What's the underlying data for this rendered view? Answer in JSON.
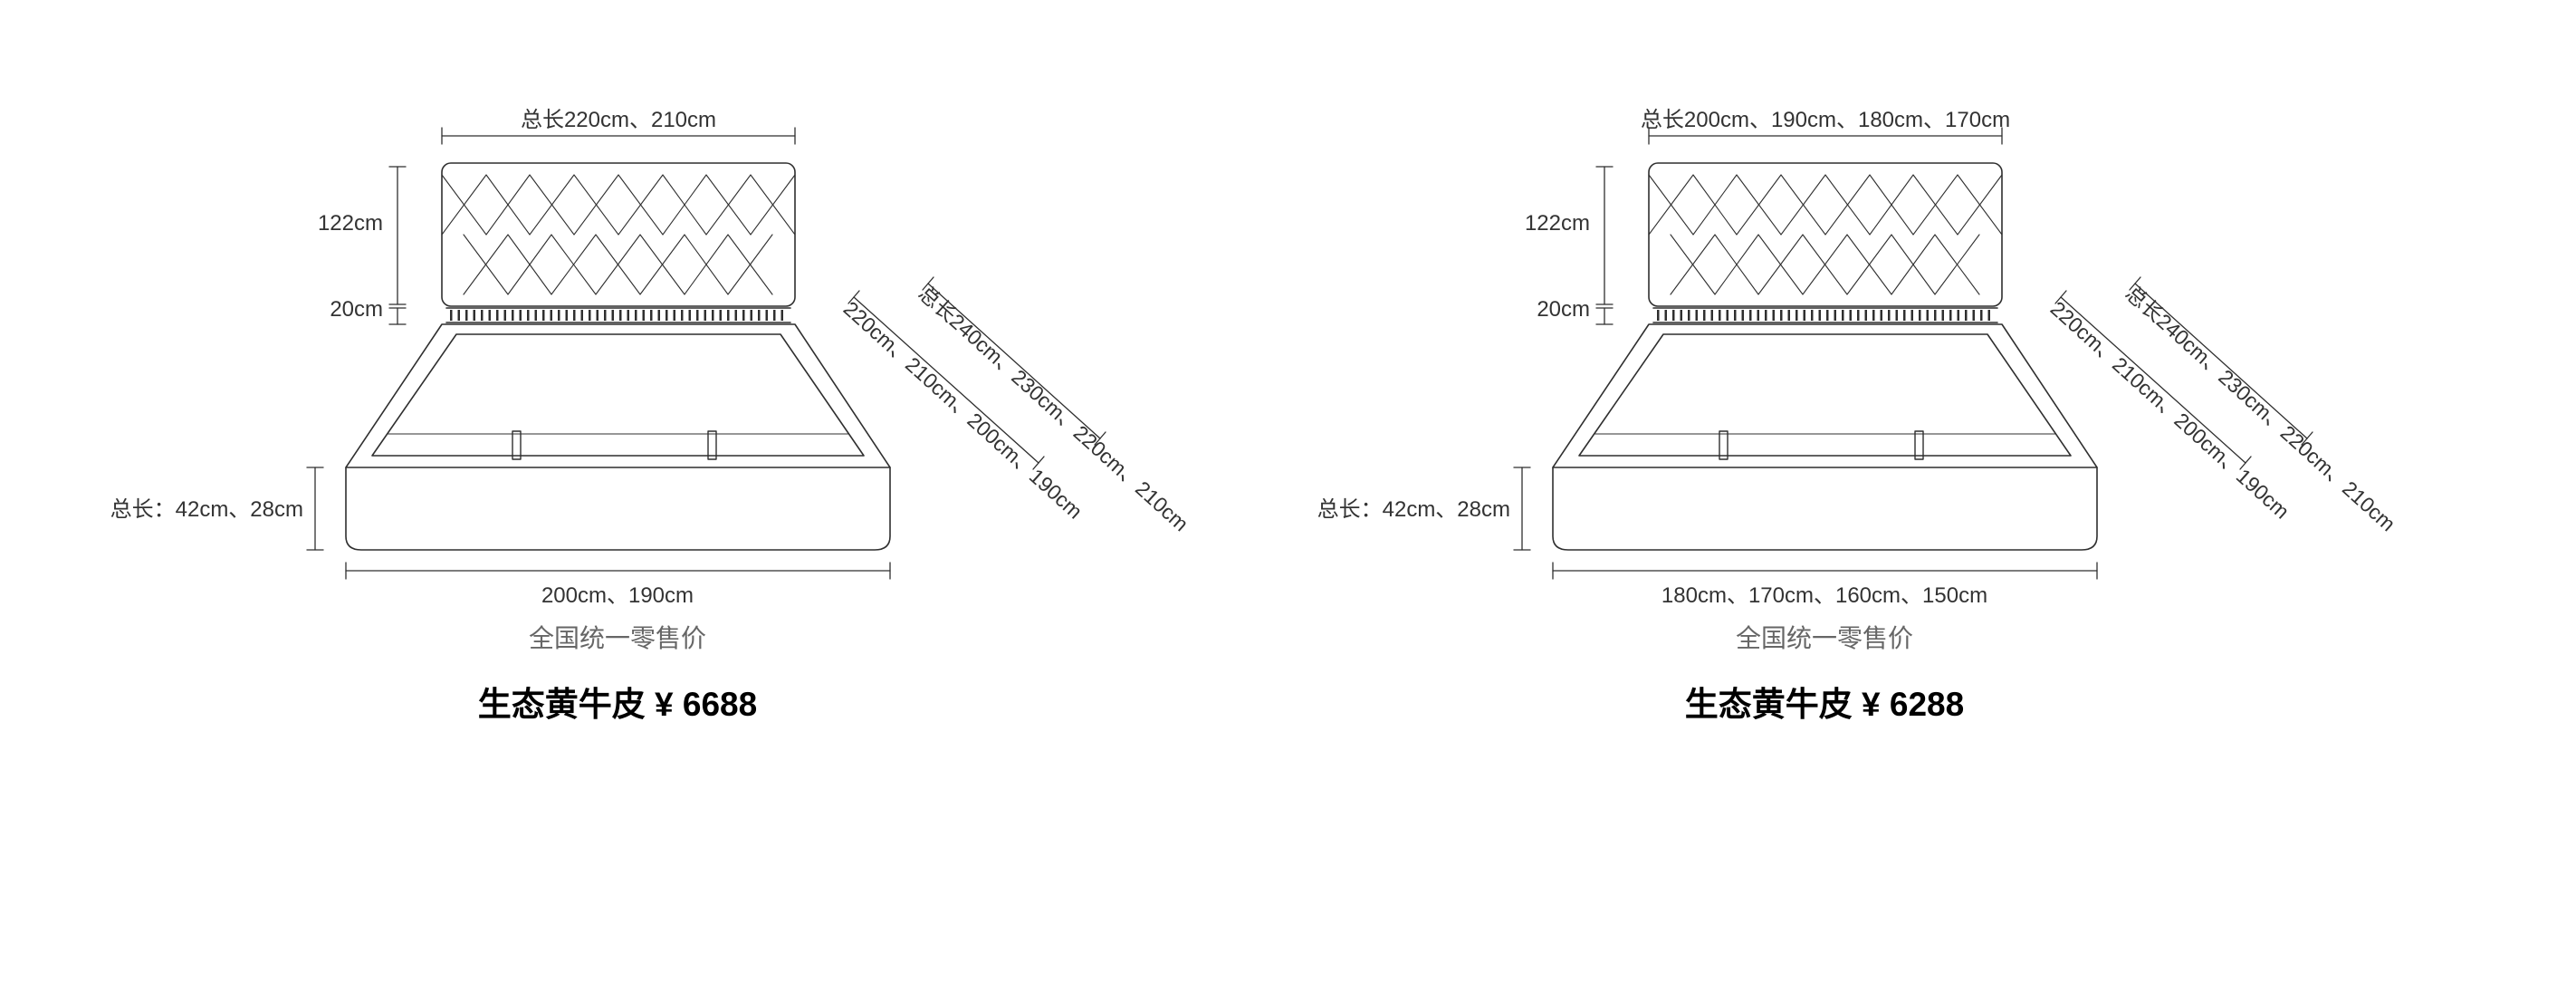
{
  "page": {
    "background": "#ffffff"
  },
  "colors": {
    "line": "#2f2f2f",
    "dim_text": "#333333",
    "retail_text": "#666666",
    "price_text": "#000000"
  },
  "diagrams": [
    {
      "top_length": "总长220cm、210cm",
      "headboard_height": "122cm",
      "rail_height": "20cm",
      "base_height": "总长：42cm、28cm",
      "bottom_width": "200cm、190cm",
      "diagonal_inner": "220cm、210cm、200cm、190cm",
      "diagonal_outer": "总长240cm、230cm、220cm、210cm",
      "retail_label": "全国统一零售价",
      "price_line": "生态黄牛皮 ¥ 6688"
    },
    {
      "top_length": "总长200cm、190cm、180cm、170cm",
      "headboard_height": "122cm",
      "rail_height": "20cm",
      "base_height": "总长：42cm、28cm",
      "bottom_width": "180cm、170cm、160cm、150cm",
      "diagonal_inner": "220cm、210cm、200cm、190cm",
      "diagonal_outer": "总长240cm、230cm、220cm、210cm",
      "retail_label": "全国统一零售价",
      "price_line": "生态黄牛皮 ¥ 6288"
    }
  ]
}
